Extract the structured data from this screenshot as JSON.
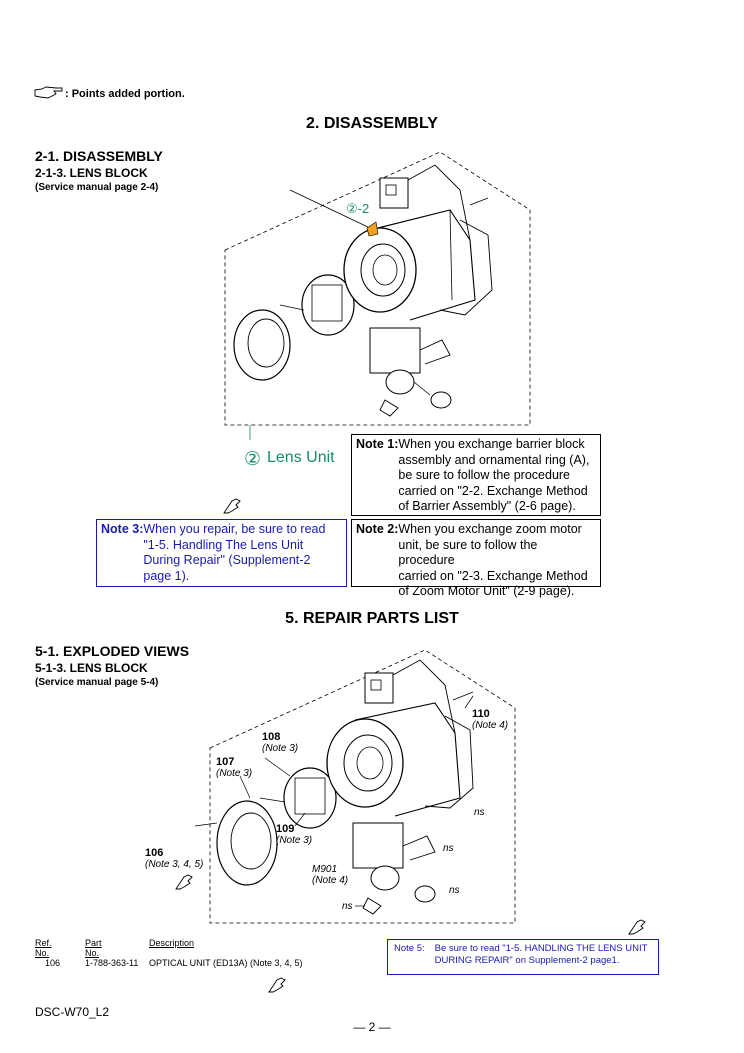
{
  "header_note": {
    "text": ": Points added portion."
  },
  "sec2": {
    "title": "2. DISASSEMBLY",
    "sub1": "2-1.  DISASSEMBLY",
    "sub2": "2-1-3.   LENS  BLOCK",
    "ref": "(Service manual page 2-4)",
    "figure": {
      "callout_2_2": "②-2",
      "lens_unit_num": "②",
      "lens_unit_label": "Lens Unit"
    }
  },
  "notes": {
    "note1": {
      "label": "Note 1:",
      "text": "When you exchange barrier block\nassembly and ornamental ring (A),\nbe sure to follow the procedure\ncarried on \"2-2. Exchange Method\nof Barrier Assembly\" (2-6 page)."
    },
    "note2": {
      "label": "Note 2:",
      "text": "When you exchange zoom motor\nunit, be sure to follow the procedure\ncarried on \"2-3. Exchange Method\nof Zoom Motor Unit\" (2-9 page)."
    },
    "note3": {
      "label": "Note 3:",
      "text": "When you repair, be sure to read\n\"1-5. Handling The Lens Unit\nDuring Repair\" (Supplement-2\npage 1)."
    },
    "note5": {
      "label": "Note 5:",
      "text": "Be sure to read \"1-5. HANDLING THE LENS UNIT\nDURING REPAIR\" on Supplement-2 page1."
    }
  },
  "sec5": {
    "title": "5. REPAIR  PARTS  LIST",
    "sub1": "5-1.  EXPLODED  VIEWS",
    "sub2": "5-1-3.   LENS  BLOCK",
    "ref": "(Service manual page 5-4)",
    "callouts": {
      "c110": "110",
      "c110n": "(Note 4)",
      "c108": "108",
      "c108n": "(Note 3)",
      "c107": "107",
      "c107n": "(Note 3)",
      "c109": "109",
      "c109n": "(Note 3)",
      "c106": "106",
      "c106n": "(Note 3, 4, 5)",
      "cm901": "M901",
      "cm901n": "(Note 4)",
      "ns1": "ns",
      "ns2": "ns",
      "ns3": "ns",
      "ns4": "ns"
    }
  },
  "parts_table": {
    "headers": [
      "Ref. No.",
      "Part No.",
      "Description"
    ],
    "rows": [
      {
        "ref": "106",
        "part": "1-788-363-11",
        "desc": "OPTICAL UNIT (ED13A) (Note 3, 4, 5)"
      }
    ]
  },
  "footer": {
    "model": "DSC-W70_L2",
    "page": "— 2 —"
  },
  "colors": {
    "blue": "#1a1ab3",
    "teal": "#1a8a6a",
    "orange": "#f0a020"
  }
}
